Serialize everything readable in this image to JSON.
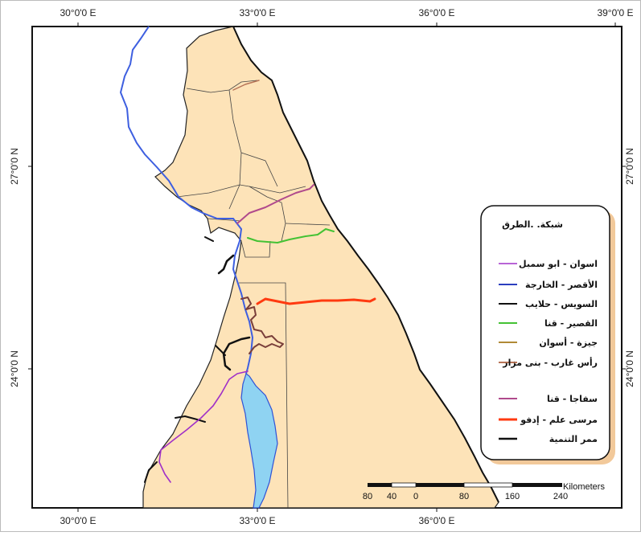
{
  "map": {
    "coords": {
      "top": [
        "30°0'0 E",
        "33°0'0 E",
        "36°0'0 E",
        "39°0'0 E"
      ],
      "bottom": [
        "30°0'0 E",
        "33°0'0 E",
        "36°0'0 E"
      ],
      "left": [
        "27°0'0 N",
        "24°0'0 N"
      ],
      "right": [
        "27°0'0 N",
        "24°0'0 N"
      ]
    },
    "legend": {
      "title": "شبكة. .الطرق",
      "items": [
        {
          "label": "اسوان - ابو سمبل",
          "color": "#a030c8",
          "width": 1.6
        },
        {
          "label": "الأقصر - الخارجة",
          "color": "#2c3fbf",
          "width": 2
        },
        {
          "label": "السويس - حلايب",
          "color": "#111111",
          "width": 2
        },
        {
          "label": "القصير - قنا",
          "color": "#44c234",
          "width": 2
        },
        {
          "label": "جيزة - أسوان",
          "color": "#b08a35",
          "width": 2
        },
        {
          "label": "رأس غارب - بنى مزار",
          "color": "#b77457",
          "width": 2
        },
        {
          "label": "سفاجا - قنا",
          "color": "#b04a8c",
          "width": 2
        },
        {
          "label": "مرسى علم - إدفو",
          "color": "#ff3a10",
          "width": 3
        },
        {
          "label": "ممر التنمية",
          "color": "#111111",
          "width": 2.5
        }
      ]
    },
    "scale": {
      "unit": "Kilometers",
      "labels": [
        "80",
        "40",
        "0",
        "80",
        "160",
        "240"
      ]
    },
    "colors": {
      "land": "#fde3b8",
      "water": "#8fd3f2",
      "nile": "#3e5fe0",
      "border": "#5a5a5a"
    }
  }
}
